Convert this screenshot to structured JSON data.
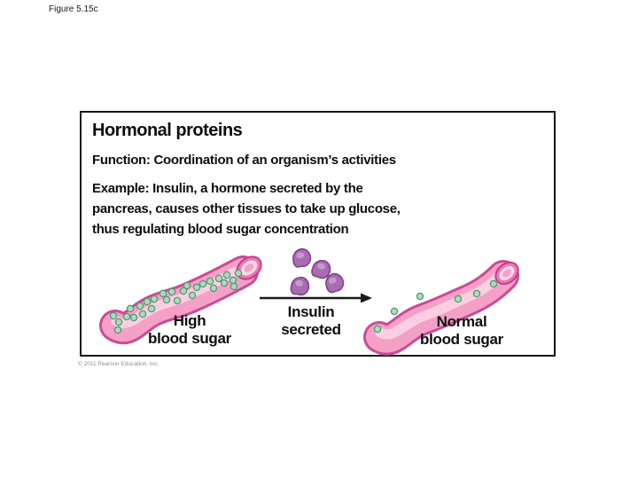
{
  "figure_label": "Figure 5.15c",
  "panel": {
    "title": "Hormonal proteins",
    "function_line": "Function: Coordination of an organism’s activities",
    "example_lines": [
      "Example: Insulin, a hormone secreted by the",
      "pancreas, causes other tissues to take up glucose,",
      "thus regulating blood sugar concentration"
    ],
    "labels": {
      "high": {
        "line1": "High",
        "line2": "blood sugar"
      },
      "insulin": {
        "line1": "Insulin",
        "line2": "secreted"
      },
      "normal": {
        "line1": "Normal",
        "line2": "blood sugar"
      }
    }
  },
  "illustration": {
    "glucose_count_left": 28,
    "glucose_count_right": 6,
    "insulin_molecule_count": 4
  },
  "colors": {
    "vessel_outline": "#c94b97",
    "vessel_fill": "#f5a0c6",
    "vessel_highlight": "#fbd2e3",
    "vessel_opening_rim": "#ee77b6",
    "vessel_opening_inner": "#fbd9e8",
    "glucose_fill": "#aedcba",
    "glucose_outline": "#55967a",
    "insulin_fill": "#a96bb1",
    "insulin_outline": "#7d4486",
    "arrow": "#1a1a1a"
  },
  "footer": {
    "copyright": "© 2011 Pearson Education, Inc."
  }
}
